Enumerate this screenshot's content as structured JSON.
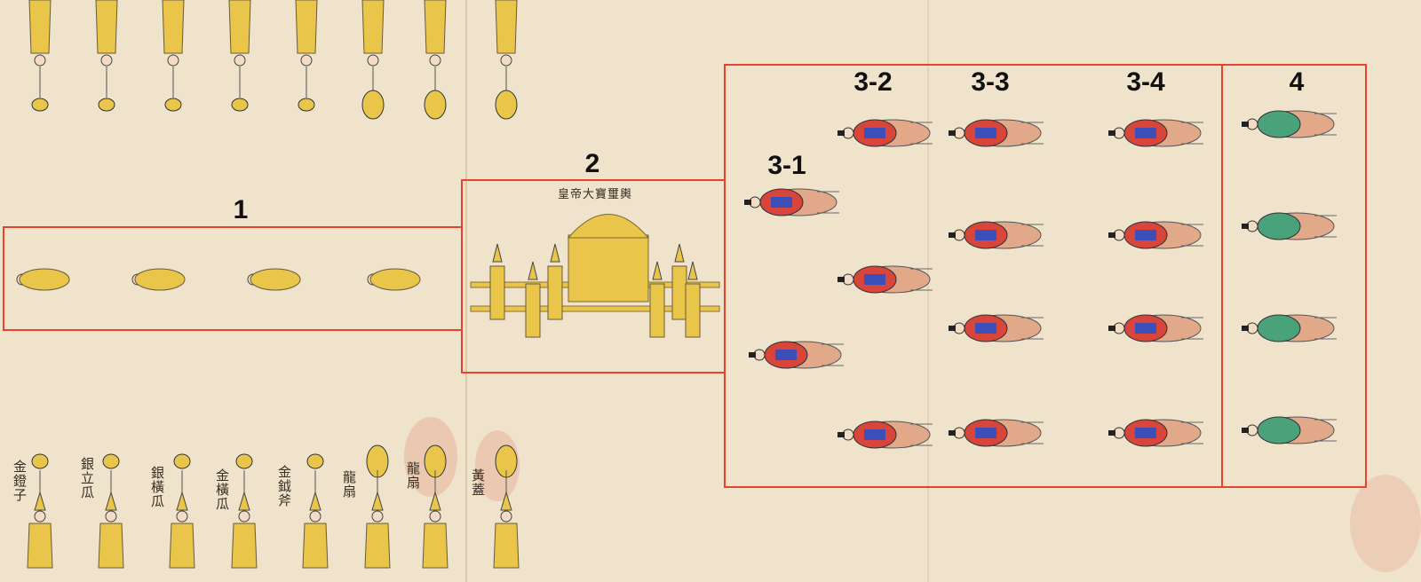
{
  "annotations": {
    "section_1": "1",
    "section_2": "2",
    "section_3_1": "3-1",
    "section_3_2": "3-2",
    "section_3_3": "3-3",
    "section_3_4": "3-4",
    "section_4": "4"
  },
  "captions": {
    "bottom": [
      "金鐙子",
      "銀立瓜",
      "銀橫瓜",
      "金橫瓜",
      "金鉞斧",
      "龍扇",
      "龍扇",
      "黃蓋"
    ],
    "palanquin": "皇帝大寶璽輿"
  },
  "colors": {
    "paper": "#efe3cc",
    "box": "#e8432e",
    "yellow": "#e9c64a",
    "red_robe": "#d8453a",
    "blue_robe": "#3c4fb8",
    "green_robe": "#4aa27a",
    "horse": "#e2a88a"
  }
}
